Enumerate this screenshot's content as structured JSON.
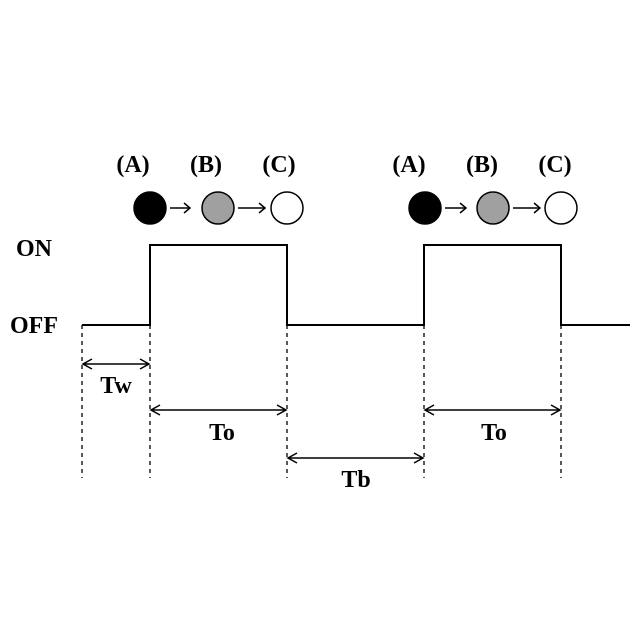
{
  "levels": {
    "on": "ON",
    "off": "OFF"
  },
  "sequence": {
    "labels": [
      "(A)",
      "(B)",
      "(C)"
    ],
    "colors": [
      "#000000",
      "#a0a0a0",
      "#ffffff"
    ],
    "arrow_icon": "right-arrow-icon"
  },
  "intervals": {
    "tw": "Tw",
    "to": "To",
    "tb": "Tb"
  }
}
